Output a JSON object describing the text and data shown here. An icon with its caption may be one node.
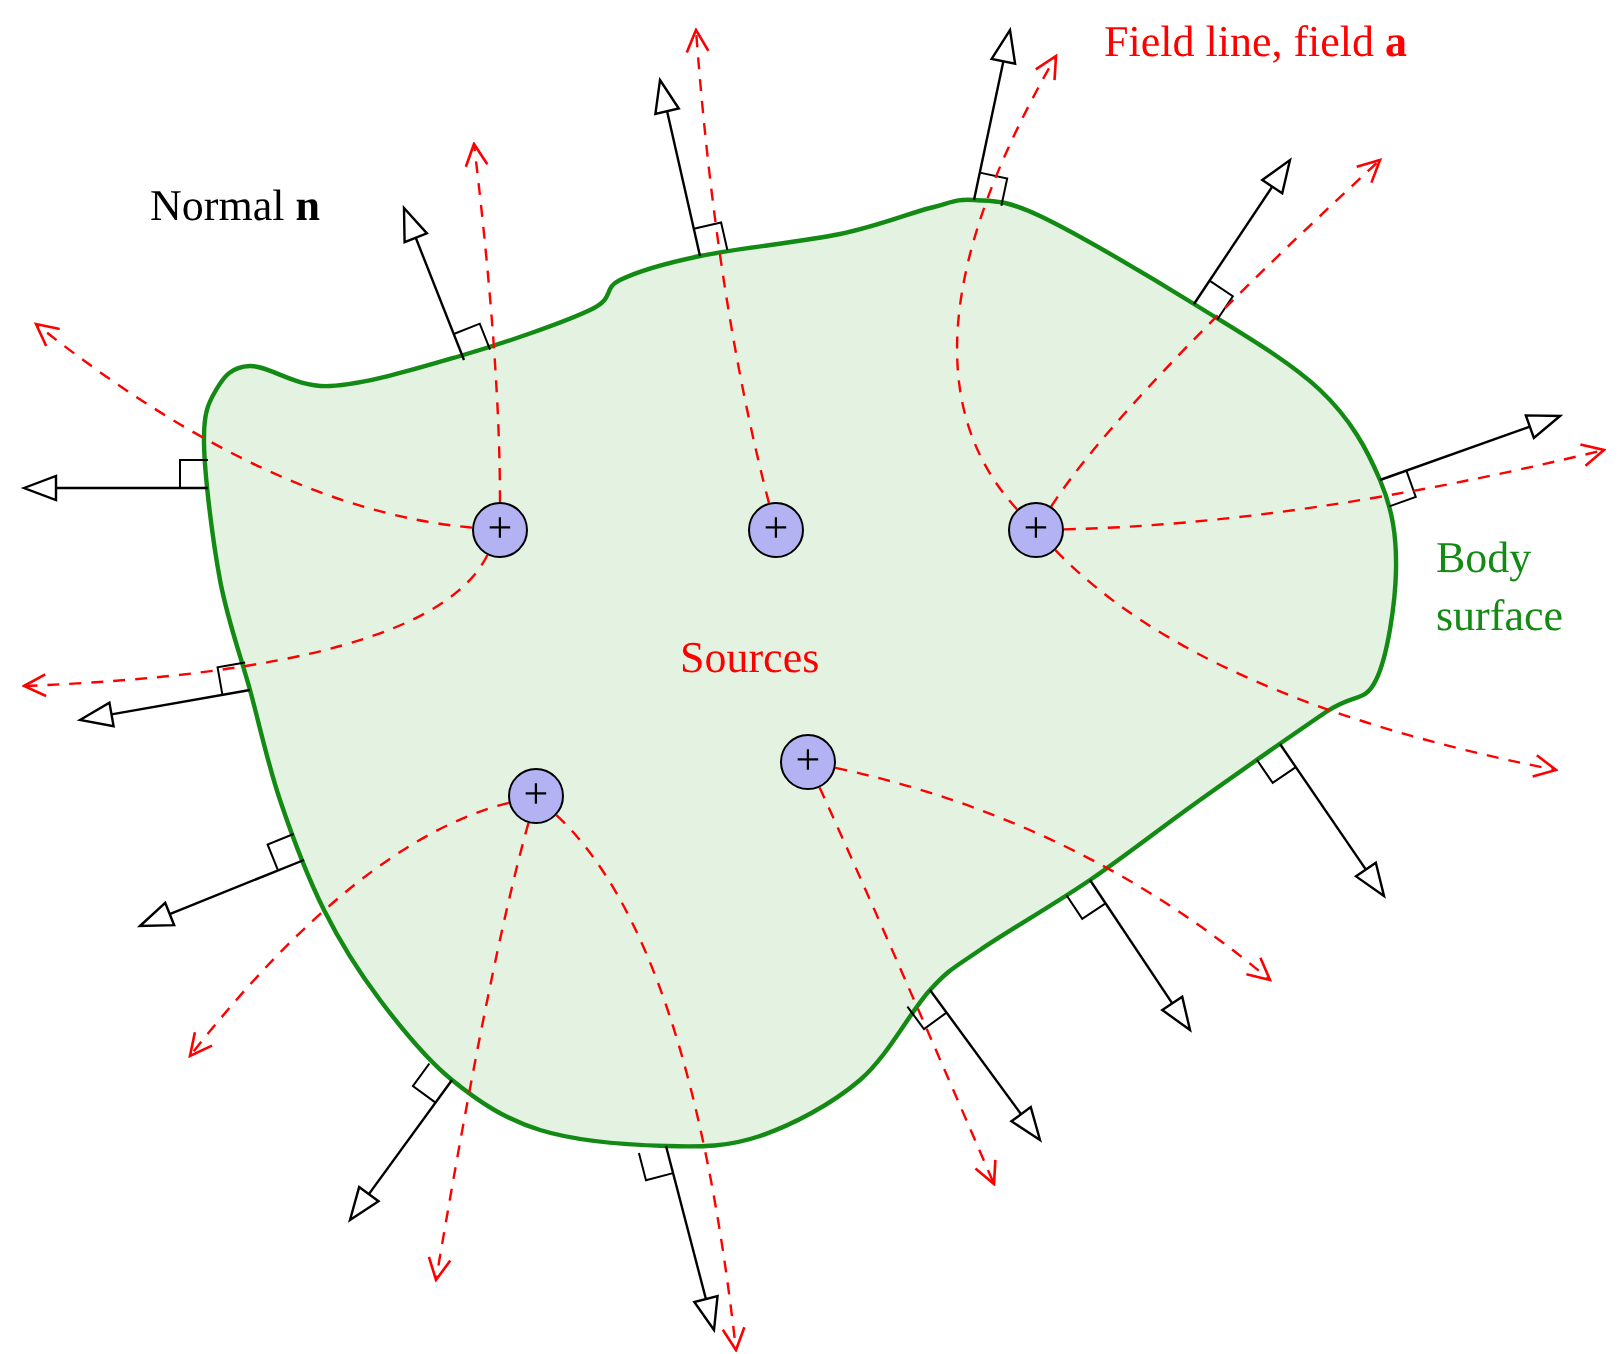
{
  "diagram": {
    "nodes": [
      {
        "text": [
          "Sources"
        ],
        "beside": [
          "Body surface"
        ]
      },
      {
        "text": [
          "+"
        ],
        "in": 0
      },
      {
        "text": [
          "+"
        ],
        "in": 0
      },
      {
        "text": [
          "+"
        ],
        "in": 0
      },
      {
        "text": [
          "+"
        ],
        "in": 0
      },
      {
        "text": [
          "+"
        ],
        "in": 0
      }
    ],
    "edges": [
      {
        "from": 1,
        "to": null,
        "arrow": "to",
        "style": "dashed",
        "color": "#ff0000"
      },
      {
        "from": 1,
        "to": null,
        "arrow": "to",
        "style": "dashed",
        "color": "#ff0000"
      },
      {
        "from": 1,
        "to": null,
        "arrow": "to",
        "style": "dashed",
        "color": "#ff0000"
      },
      {
        "from": 2,
        "to": null,
        "arrow": "to",
        "style": "dashed",
        "color": "#ff0000"
      },
      {
        "from": 3,
        "to": null,
        "arrow": "to",
        "style": "dashed",
        "color": "#ff0000"
      },
      {
        "from": 3,
        "to": null,
        "arrow": "to",
        "style": "dashed",
        "color": "#ff0000"
      },
      {
        "from": 3,
        "to": null,
        "arrow": "to",
        "style": "dashed",
        "color": "#ff0000"
      },
      {
        "from": 3,
        "to": null,
        "arrow": "to",
        "style": "dashed",
        "color": "#ff0000"
      },
      {
        "from": 4,
        "to": null,
        "arrow": "to",
        "style": "dashed",
        "color": "#ff0000"
      },
      {
        "from": 4,
        "to": null,
        "arrow": "to",
        "style": "dashed",
        "color": "#ff0000"
      },
      {
        "from": 4,
        "to": null,
        "arrow": "to",
        "style": "dashed",
        "color": "#ff0000"
      },
      {
        "from": 5,
        "to": null,
        "arrow": "to",
        "style": "dashed",
        "color": "#ff0000"
      },
      {
        "from": 5,
        "to": null,
        "arrow": "to",
        "style": "dashed",
        "color": "#ff0000"
      }
    ],
    "labels": [
      "Normal **n**",
      "Field line, field **a**"
    ]
  }
}
